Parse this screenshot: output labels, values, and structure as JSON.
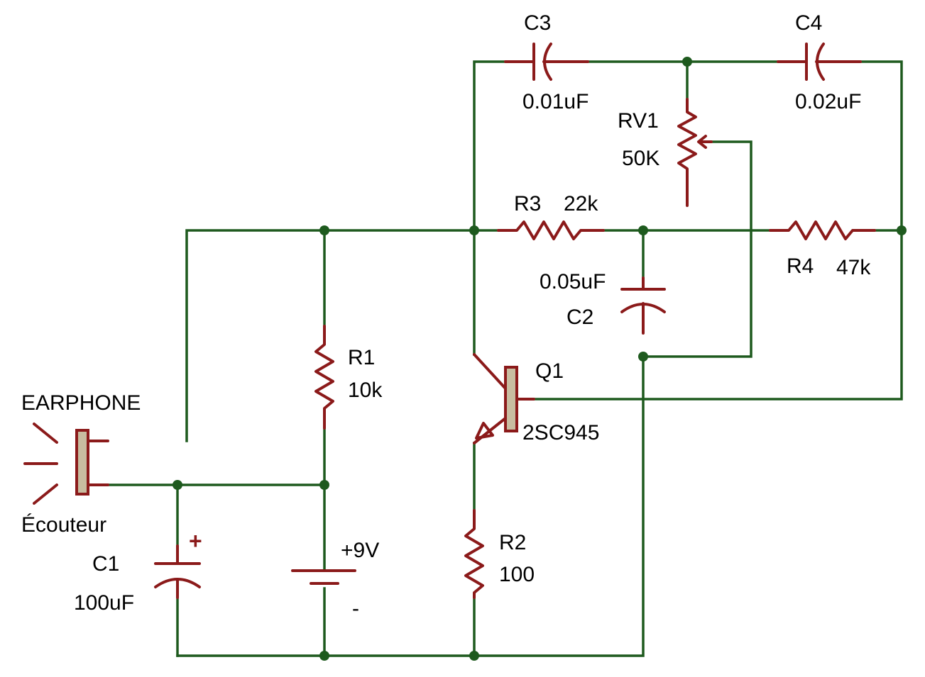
{
  "colors": {
    "wire": "#1e5a1e",
    "component": "#8b1a1a",
    "earphone_fill": "#c8bda0",
    "background": "#ffffff"
  },
  "components": {
    "c3": {
      "ref": "C3",
      "value": "0.01uF"
    },
    "c4": {
      "ref": "C4",
      "value": "0.02uF"
    },
    "rv1": {
      "ref": "RV1",
      "value": "50K"
    },
    "r3": {
      "ref": "R3",
      "value": "22k"
    },
    "r4": {
      "ref": "R4",
      "value": "47k"
    },
    "c2": {
      "ref": "C2",
      "value": "0.05uF"
    },
    "r1": {
      "ref": "R1",
      "value": "10k"
    },
    "q1": {
      "ref": "Q1",
      "value": "2SC945"
    },
    "earphone": {
      "ref": "EARPHONE",
      "value": "Écouteur"
    },
    "c1": {
      "ref": "C1",
      "value": "100uF",
      "polarity": "+"
    },
    "battery": {
      "plus_label": "+9V",
      "minus_label": "-"
    },
    "r2": {
      "ref": "R2",
      "value": "100"
    }
  }
}
